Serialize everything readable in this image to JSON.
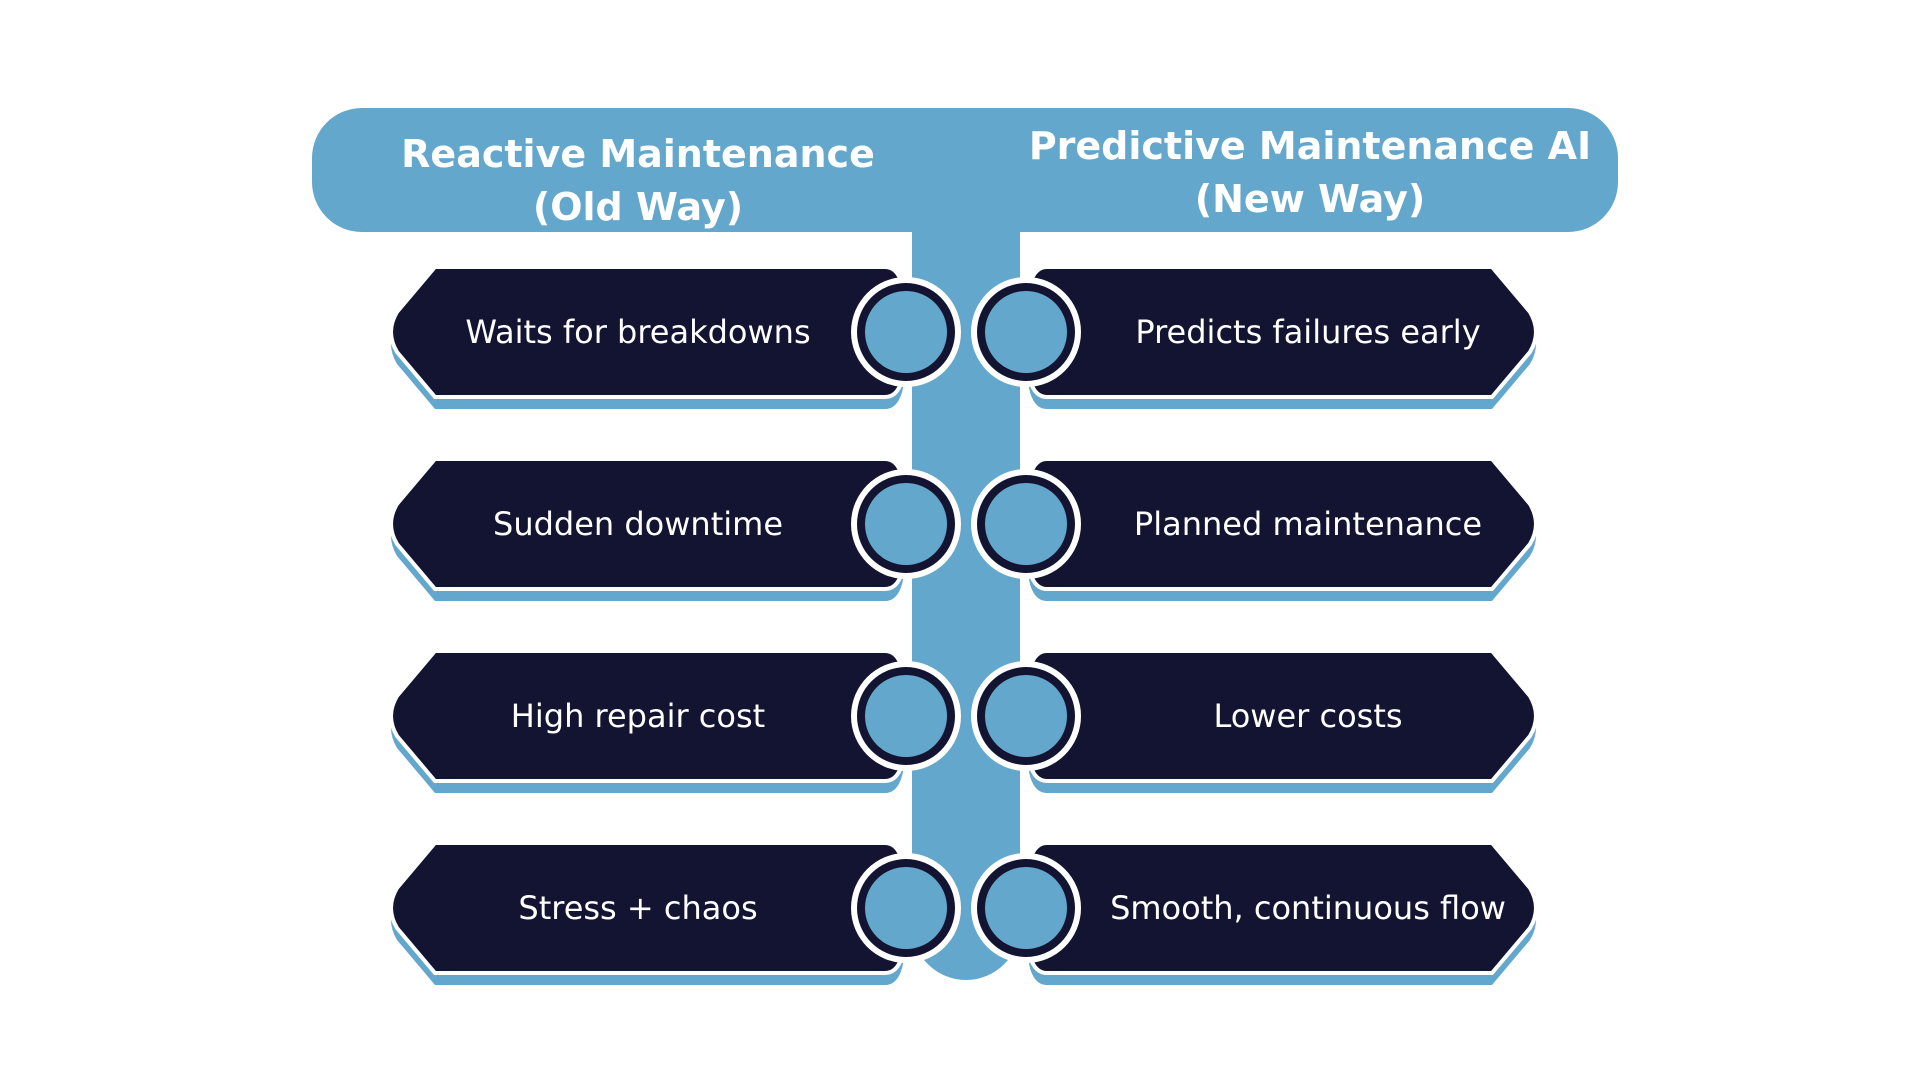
{
  "colors": {
    "accent_blue": "#64a7cd",
    "card_navy": "#121431",
    "background": "#ffffff",
    "text_light": "#ffffff"
  },
  "header": {
    "left": {
      "line1": "Reactive Maintenance",
      "line2": "(Old Way)"
    },
    "right": {
      "line1": "Predictive Maintenance AI",
      "line2": "(New Way)"
    }
  },
  "rows": [
    {
      "left": "Waits for breakdowns",
      "right": "Predicts failures early"
    },
    {
      "left": "Sudden downtime",
      "right": "Planned maintenance"
    },
    {
      "left": "High repair cost",
      "right": "Lower costs"
    },
    {
      "left": "Stress + chaos",
      "right": "Smooth, continuous flow"
    }
  ]
}
